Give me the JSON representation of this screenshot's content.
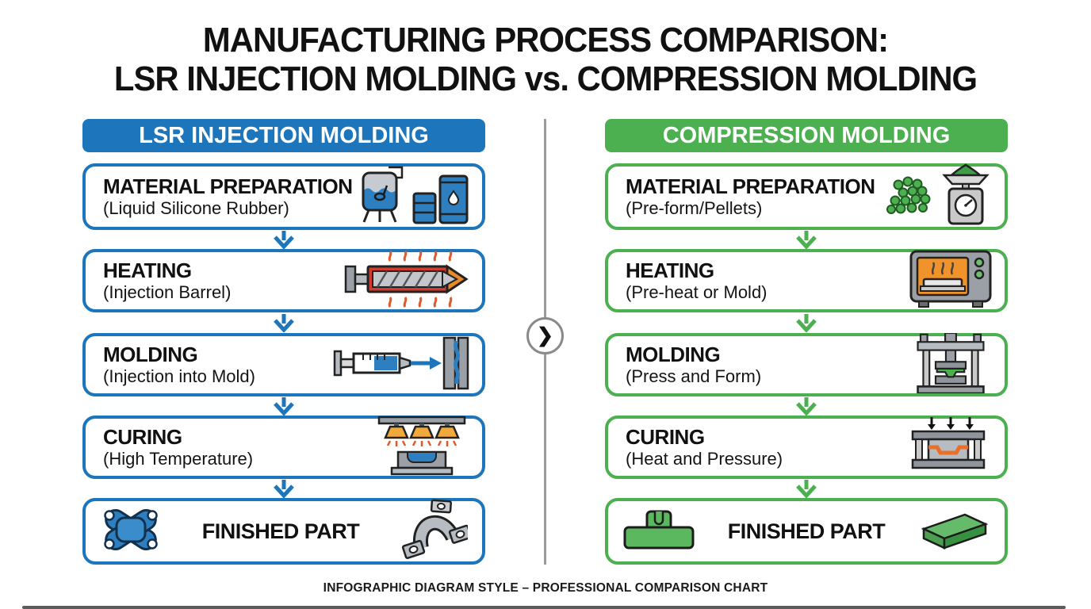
{
  "title": {
    "line1": "MANUFACTURING PROCESS COMPARISON:",
    "line2": "LSR INJECTION MOLDING vs. COMPRESSION MOLDING"
  },
  "footer_note": "INFOGRAPHIC DIAGRAM STYLE – PROFESSIONAL COMPARISON CHART",
  "divider": {
    "chevron_icon": "❯"
  },
  "colors": {
    "lsr_blue": "#1d76bb",
    "compression_green": "#4caf50",
    "icon_blue": "#2e7fc0",
    "icon_gray": "#9aa0a6",
    "heat_red": "#d23b2f",
    "heat_orange": "#e8892b",
    "lamp_orange": "#f2a93b",
    "divider_gray": "#9a9a9a",
    "title_text": "#111111"
  },
  "columns": {
    "lsr": {
      "header": "LSR INJECTION MOLDING",
      "steps": [
        {
          "title": "MATERIAL PREPARATION",
          "subtitle": "(Liquid Silicone Rubber)",
          "icons": [
            "mixing-tank-icon",
            "storage-drums-icon"
          ]
        },
        {
          "title": "HEATING",
          "subtitle": "(Injection Barrel)",
          "icons": [
            "injection-barrel-icon"
          ]
        },
        {
          "title": "MOLDING",
          "subtitle": "(Injection into Mold)",
          "icons": [
            "syringe-into-mold-icon"
          ]
        },
        {
          "title": "CURING",
          "subtitle": "(High Temperature)",
          "icons": [
            "heat-lamps-mold-icon"
          ]
        },
        {
          "title": "FINISHED PART",
          "subtitle": "",
          "icons": [
            "silicone-gasket-icon",
            "clamp-bracket-icon"
          ]
        }
      ]
    },
    "compression": {
      "header": "COMPRESSION MOLDING",
      "steps": [
        {
          "title": "MATERIAL PREPARATION",
          "subtitle": "(Pre-form/Pellets)",
          "icons": [
            "pellets-icon",
            "weighing-scale-icon"
          ]
        },
        {
          "title": "HEATING",
          "subtitle": "(Pre-heat or Mold)",
          "icons": [
            "oven-icon"
          ]
        },
        {
          "title": "MOLDING",
          "subtitle": "(Press and Form)",
          "icons": [
            "press-icon"
          ]
        },
        {
          "title": "CURING",
          "subtitle": "(Heat and Pressure)",
          "icons": [
            "press-pressure-icon"
          ]
        },
        {
          "title": "FINISHED PART",
          "subtitle": "",
          "icons": [
            "molded-block-icon",
            "molded-slab-icon"
          ]
        }
      ]
    }
  }
}
